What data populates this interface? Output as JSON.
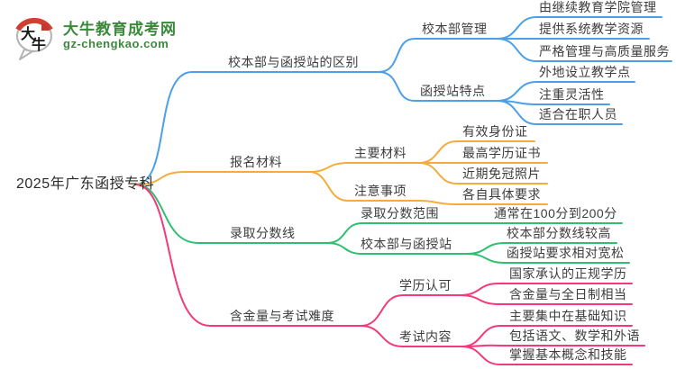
{
  "logo": {
    "icon_char_top": "大",
    "icon_char_bottom": "牛",
    "title": "大牛教育成考网",
    "domain": "gz-chengkao.com",
    "title_color": "#3a8a3a",
    "seal_color": "#c43a2f"
  },
  "root": {
    "label": "2025年广东函授专科"
  },
  "branches": [
    {
      "label": "校本部与函授站的区别",
      "color": "#4D9FE6",
      "children": [
        {
          "label": "校本部管理",
          "children": [
            {
              "label": "由继续教育学院管理"
            },
            {
              "label": "提供系统教学资源"
            },
            {
              "label": "严格管理与高质量服务"
            }
          ]
        },
        {
          "label": "函授站特点",
          "children": [
            {
              "label": "外地设立教学点"
            },
            {
              "label": "注重灵活性"
            },
            {
              "label": "适合在职人员"
            }
          ]
        }
      ]
    },
    {
      "label": "报名材料",
      "color": "#F4AC3D",
      "children": [
        {
          "label": "主要材料",
          "children": [
            {
              "label": "有效身份证"
            },
            {
              "label": "最高学历证书"
            },
            {
              "label": "近期免冠照片"
            }
          ]
        },
        {
          "label": "注意事项",
          "children": [
            {
              "label": "各自具体要求"
            }
          ]
        }
      ]
    },
    {
      "label": "录取分数线",
      "color": "#2FBF71",
      "children": [
        {
          "label": "录取分数范围",
          "children": [
            {
              "label": "通常在100分到200分"
            }
          ]
        },
        {
          "label": "校本部与函授站",
          "children": [
            {
              "label": "校本部分数线较高"
            },
            {
              "label": "函授站要求相对宽松"
            }
          ]
        }
      ]
    },
    {
      "label": "含金量与考试难度",
      "color": "#F2397B",
      "children": [
        {
          "label": "学历认可",
          "children": [
            {
              "label": "国家承认的正规学历"
            },
            {
              "label": "含金量与全日制相当"
            }
          ]
        },
        {
          "label": "考试内容",
          "children": [
            {
              "label": "主要集中在基础知识"
            },
            {
              "label": "包括语文、数学和外语"
            },
            {
              "label": "掌握基本概念和技能"
            }
          ]
        }
      ]
    }
  ]
}
